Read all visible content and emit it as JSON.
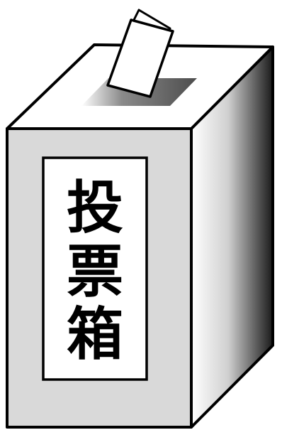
{
  "box": {
    "label_lines": [
      "投",
      "票",
      "箱"
    ]
  },
  "colors": {
    "outline": "#000000",
    "front_face": "#d9d9d9",
    "top_face": "#ffffff",
    "ballot": "#ffffff",
    "label_bg": "#ffffff",
    "text": "#000000"
  }
}
